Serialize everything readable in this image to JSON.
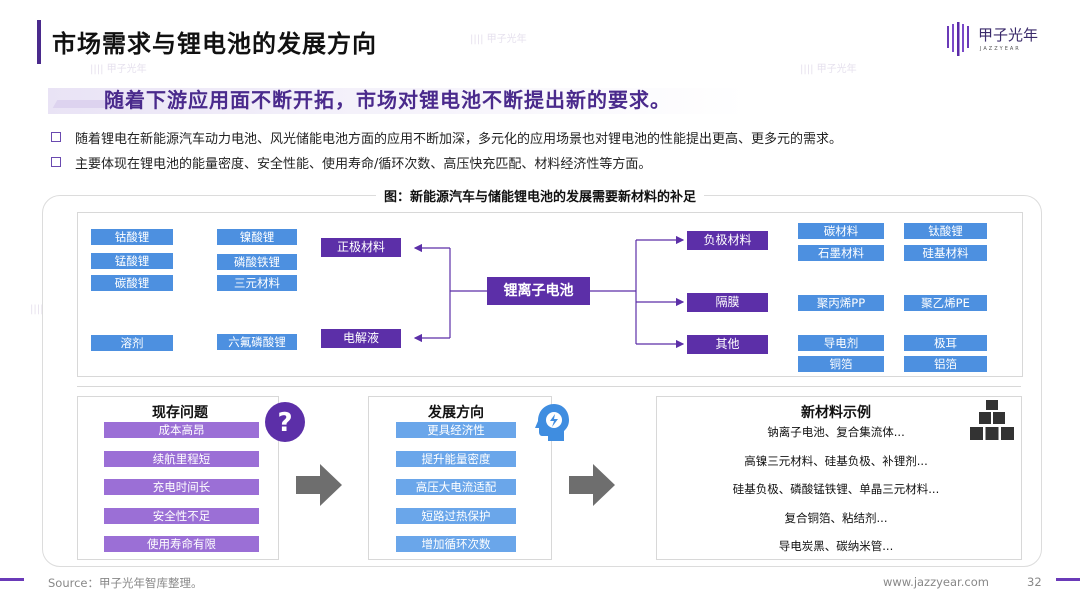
{
  "header": {
    "title": "市场需求与锂电池的发展方向",
    "logo_cn": "甲子光年",
    "logo_en": "JAZZYEAR"
  },
  "subtitle": "随着下游应用面不断开拓，市场对锂电池不断提出新的要求。",
  "bullets": [
    "随着锂电在新能源汽车动力电池、风光储能电池方面的应用不断加深，多元化的应用场景也对锂电池的性能提出更高、更多元的需求。",
    "主要体现在锂电池的能量密度、安全性能、使用寿命/循环次数、高压快充匹配、材料经济性等方面。"
  ],
  "figure_caption": "图：新能源汽车与储能锂电池的发展需要新材料的补足",
  "diagram": {
    "center": "锂离子电池",
    "left_nodes": [
      "正极材料",
      "电解液"
    ],
    "cathode_items": [
      "钴酸锂",
      "镍酸锂",
      "锰酸锂",
      "磷酸铁锂",
      "碳酸锂",
      "三元材料"
    ],
    "electrolyte_items": [
      "溶剂",
      "六氟磷酸锂"
    ],
    "right_nodes": [
      "负极材料",
      "隔膜",
      "其他"
    ],
    "anode_items": [
      "碳材料",
      "钛酸锂",
      "石墨材料",
      "硅基材料"
    ],
    "separator_items": [
      "聚丙烯PP",
      "聚乙烯PE"
    ],
    "other_items": [
      "导电剂",
      "极耳",
      "铜箔",
      "铝箔"
    ]
  },
  "problems": {
    "title": "现存问题",
    "items": [
      "成本高昂",
      "续航里程短",
      "充电时间长",
      "安全性不足",
      "使用寿命有限"
    ]
  },
  "directions": {
    "title": "发展方向",
    "items": [
      "更具经济性",
      "提升能量密度",
      "高压大电流适配",
      "短路过热保护",
      "增加循环次数"
    ]
  },
  "examples": {
    "title": "新材料示例",
    "items": [
      "钠离子电池、复合集流体...",
      "高镍三元材料、硅基负极、补锂剂...",
      "硅基负极、磷酸锰铁锂、单晶三元材料...",
      "复合铜箔、粘结剂...",
      "导电炭黑、碳纳米管..."
    ]
  },
  "footer": {
    "source": "Source：甲子光年智库整理。",
    "website": "www.jazzyear.com",
    "page": "32"
  },
  "colors": {
    "purple": "#5c2fa8",
    "blue_tag": "#4d90e0",
    "light_purple": "#9b6fd6",
    "light_blue": "#6aa6ea"
  }
}
